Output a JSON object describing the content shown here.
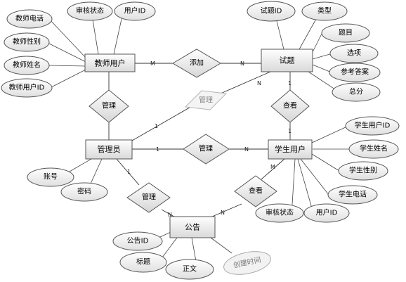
{
  "entities": {
    "teacher": "教师用户",
    "question": "试题",
    "admin": "管理员",
    "student": "学生用户",
    "notice": "公告"
  },
  "relations": {
    "add": "添加",
    "manage_teacher": "管理",
    "manage_question": "管理",
    "view_question": "查看",
    "manage_student": "管理",
    "manage_notice": "管理",
    "view_notice": "查看"
  },
  "attributes": {
    "teacher": [
      "审核状态",
      "用户ID",
      "教师电话",
      "教师性别",
      "教师姓名",
      "教师用户ID"
    ],
    "question": [
      "试题ID",
      "类型",
      "题目",
      "选项",
      "参考答案",
      "总分"
    ],
    "student": [
      "学生用户ID",
      "学生姓名",
      "学生性别",
      "学生电话",
      "审核状态",
      "用户ID"
    ],
    "admin": [
      "账号",
      "密码"
    ],
    "notice": [
      "公告ID",
      "标题",
      "正文",
      "创建时间"
    ]
  },
  "cardinalities": {
    "teacher_add": "M",
    "add_question": "N",
    "question_view": "1",
    "view_student": "1",
    "admin_manage_question": "1",
    "manage_question_end": "N",
    "admin_manage_student": "1",
    "manage_student_end": "N",
    "admin_manage_notice": "1",
    "manage_notice_end": "N",
    "notice_view": "N",
    "view_notice_student": "M"
  }
}
